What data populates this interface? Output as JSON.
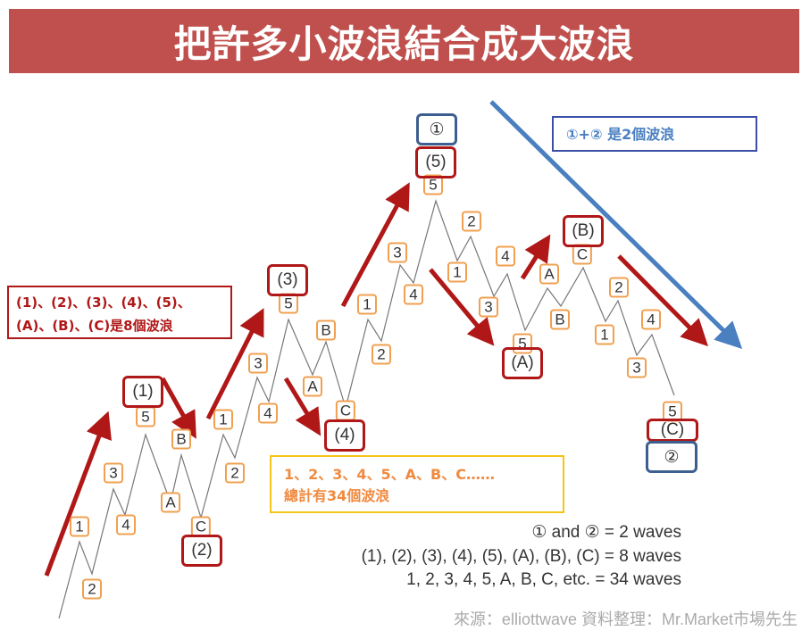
{
  "title": "把許多小波浪結合成大波浪",
  "callouts": {
    "eight_waves": [
      "(1)、(2)、(3)、(4)、(5)、",
      "(A)、(B)、(C)是8個波浪"
    ],
    "thirtyfour_waves": [
      "1、2、3、4、5、A、B、C……",
      "總計有34個波浪"
    ],
    "two_waves": "①+② 是2個波浪"
  },
  "legend": [
    "① and ② = 2 waves",
    "(1), (2), (3), (4), (5), (A), (B), (C) = 8 waves",
    "1, 2, 3, 4, 5, A, B, C, etc. = 34 waves"
  ],
  "source": "來源：elliottwave 資料整理：Mr.Market市場先生",
  "minor_labels": [
    "1",
    "2",
    "3",
    "4",
    "5",
    "A",
    "B",
    "C",
    "1",
    "2",
    "3",
    "4",
    "5",
    "A",
    "B",
    "C",
    "1",
    "2",
    "3",
    "4",
    "5",
    "1",
    "2",
    "3",
    "4",
    "5",
    "A",
    "B",
    "C",
    "1",
    "2",
    "3",
    "4",
    "5"
  ],
  "intermediate_labels": [
    "(1)",
    "(2)",
    "(3)",
    "(4)",
    "(5)",
    "(A)",
    "(B)",
    "(C)"
  ],
  "primary_labels": [
    "①",
    "②"
  ],
  "colors": {
    "title_bg": "#c0504d",
    "red": "#b01818",
    "blue": "#4a7fc0",
    "orange": "#f0a050",
    "yellow": "#f5c518"
  }
}
